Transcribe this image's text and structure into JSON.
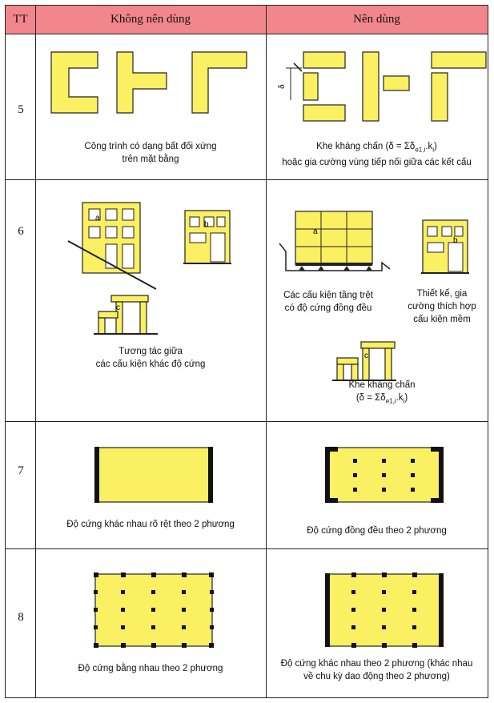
{
  "header": {
    "tt": "TT",
    "col_bad": "Không nên dùng",
    "col_good": "Nên dùng"
  },
  "rows": [
    {
      "no": "5",
      "bad_caption": [
        "Công trình có dạng bất đối xứng",
        "trên mặt bằng"
      ],
      "good_caption": [
        "Khe kháng chấn (δ = Σδ",
        "e1,i",
        ".k",
        "i",
        ")",
        "hoặc gia cường vùng tiếp nối giữa các kết cấu"
      ],
      "delta": "δ"
    },
    {
      "no": "6",
      "bad_caption": [
        "Tương tác giữa",
        "các cấu kiện khác độ cứng"
      ],
      "good_caption_a": [
        "Các cấu kiện tầng trệt",
        "có độ cứng đồng đều"
      ],
      "good_caption_b": [
        "Thiết kế, gia",
        "cường thích hợp",
        "cấu kiện mềm"
      ],
      "good_caption_c": [
        "Khe kháng chấn",
        "(δ = Σδ",
        "e1,i",
        ".k",
        "i",
        ")"
      ],
      "labels": {
        "a": "a",
        "b": "b",
        "c": "c"
      }
    },
    {
      "no": "7",
      "bad_caption": "Độ cứng khác nhau rõ rệt theo 2 phương",
      "good_caption": "Độ cứng đồng đều theo 2 phương"
    },
    {
      "no": "8",
      "bad_caption": "Độ cứng bằng nhau theo 2 phương",
      "good_caption": [
        "Độ cứng khác nhau theo 2 phương (khác nhau",
        "về chu kỳ dao động theo 2 phương)"
      ]
    }
  ]
}
